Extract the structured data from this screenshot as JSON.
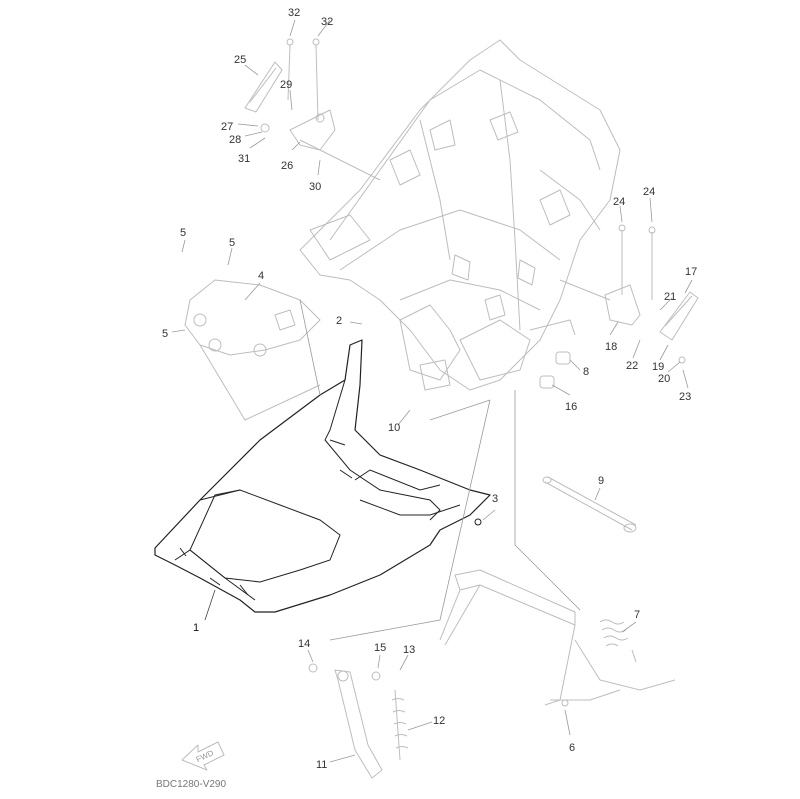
{
  "callouts": [
    "1",
    "2",
    "3",
    "4",
    "5",
    "6",
    "7",
    "8",
    "9",
    "10",
    "11",
    "12",
    "13",
    "14",
    "15",
    "16",
    "17",
    "18",
    "19",
    "20",
    "21",
    "22",
    "23",
    "24",
    "25",
    "26",
    "27",
    "28",
    "29",
    "30",
    "31",
    "32"
  ],
  "fwd_label": "FWD",
  "diagram_code": "BDC1280-V290"
}
